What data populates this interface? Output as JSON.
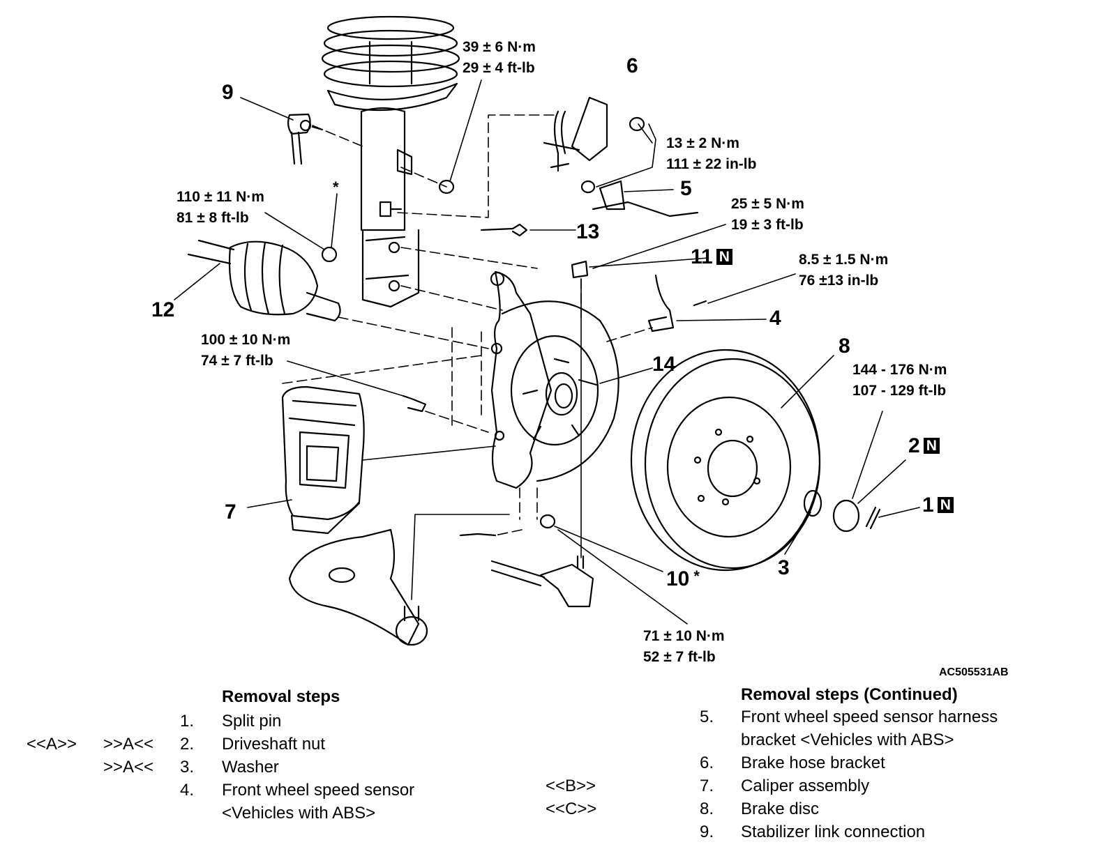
{
  "callouts": {
    "c1": "1",
    "c2": "2",
    "c3": "3",
    "c4": "4",
    "c5": "5",
    "c6": "6",
    "c7": "7",
    "c8": "8",
    "c9": "9",
    "c10": "10",
    "c10_mark": "*",
    "c11": "11",
    "c12": "12",
    "c13": "13",
    "c14": "14",
    "star": "*",
    "n_mark": "N"
  },
  "torques": {
    "t1": [
      "39 ± 6 N·m",
      "29 ± 4 ft-lb"
    ],
    "t2": [
      "13 ± 2 N·m",
      "111 ± 22 in-lb"
    ],
    "t3": [
      "110 ± 11 N·m",
      "81 ± 8 ft-lb"
    ],
    "t4": [
      "25 ± 5 N·m",
      "19 ± 3 ft-lb"
    ],
    "t5": [
      "8.5 ± 1.5 N·m",
      "76 ±13 in-lb"
    ],
    "t6": [
      "100 ± 10 N·m",
      "74 ± 7 ft-lb"
    ],
    "t7": [
      "144 - 176 N·m",
      "107 - 129 ft-lb"
    ],
    "t8": [
      "71 ± 10 N·m",
      "52 ± 7 ft-lb"
    ]
  },
  "figure_code": "AC505531AB",
  "removal_left": {
    "title": "Removal steps",
    "rows": [
      {
        "m1": "",
        "m2": "",
        "num": "1.",
        "text": "Split pin"
      },
      {
        "m1": "<<A>>",
        "m2": ">>A<<",
        "num": "2.",
        "text": "Driveshaft nut"
      },
      {
        "m1": "",
        "m2": ">>A<<",
        "num": "3.",
        "text": "Washer"
      },
      {
        "m1": "",
        "m2": "",
        "num": "4.",
        "text": "Front wheel speed sensor"
      },
      {
        "m1": "",
        "m2": "",
        "num": "",
        "text": "<Vehicles with ABS>"
      }
    ]
  },
  "removal_right": {
    "title": "Removal steps (Continued)",
    "rows": [
      {
        "m1": "",
        "num": "5.",
        "text": "Front wheel speed sensor harness"
      },
      {
        "m1": "",
        "num": "",
        "text": "bracket <Vehicles with ABS>"
      },
      {
        "m1": "",
        "num": "6.",
        "text": "Brake hose bracket"
      },
      {
        "m1": "<<B>>",
        "num": "7.",
        "text": "Caliper assembly"
      },
      {
        "m1": "<<C>>",
        "num": "8.",
        "text": "Brake disc"
      },
      {
        "m1": "",
        "num": "9.",
        "text": "Stabilizer link connection"
      }
    ]
  }
}
